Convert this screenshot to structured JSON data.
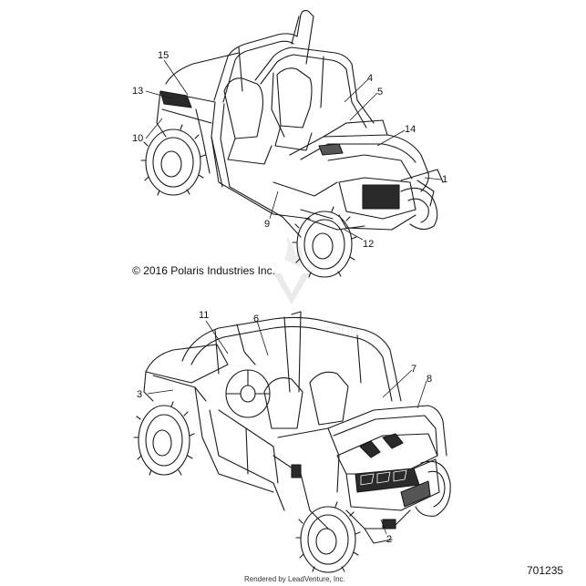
{
  "callouts": {
    "c1": "1",
    "c2": "2",
    "c3": "3",
    "c4": "4",
    "c5": "5",
    "c6": "6",
    "c7": "7",
    "c8": "8",
    "c9": "9",
    "c10": "10",
    "c11": "11",
    "c12": "12",
    "c13": "13",
    "c14": "14",
    "c15": "15"
  },
  "copyright": "© 2016 Polaris Industries Inc.",
  "diagram_number": "701235",
  "rendered_by": "Rendered by LeadVenture, Inc.",
  "colors": {
    "line": "#1a1a1a",
    "dark_panel": "#2a2a2a",
    "watermark": "#e6e6e6"
  },
  "icons": [
    "utv-front-view-illustration",
    "utv-rear-view-illustration",
    "watermark-logo"
  ]
}
